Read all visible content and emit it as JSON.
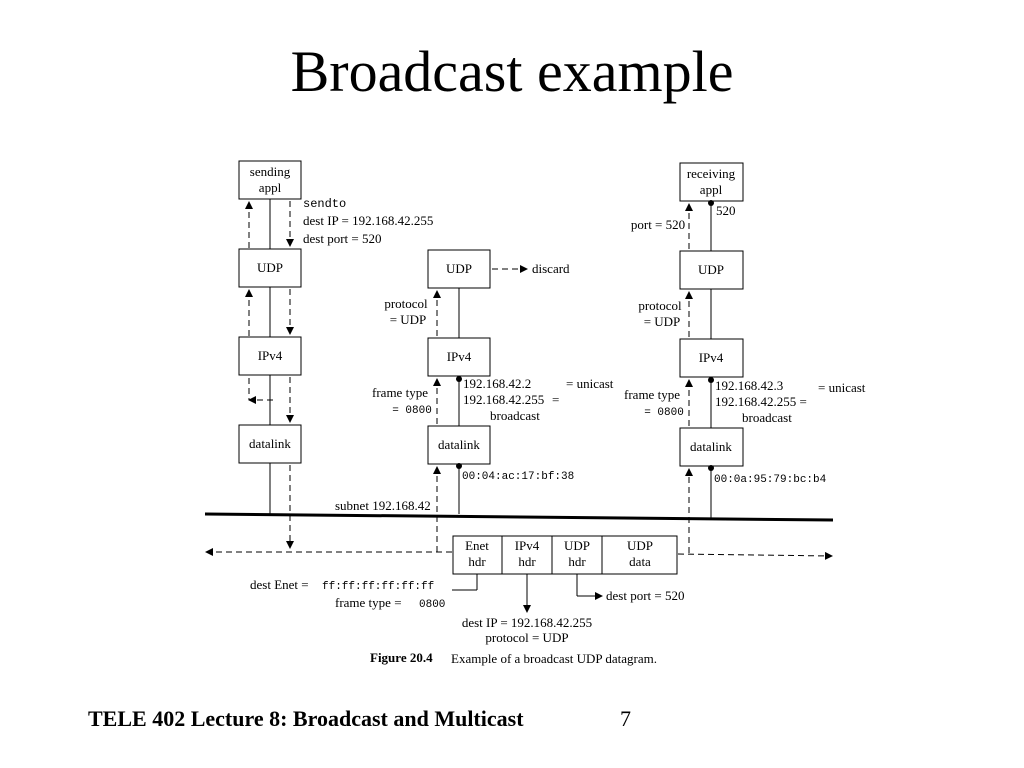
{
  "slide": {
    "title": "Broadcast example",
    "footer": "TELE 402 Lecture 8: Broadcast and Multicast",
    "page_number": "7"
  },
  "figure": {
    "sender": {
      "app_line1": "sending",
      "app_line2": "appl",
      "call": "sendto",
      "dest_ip": "dest IP = 192.168.42.255",
      "dest_port": "dest port = 520",
      "udp": "UDP",
      "ipv4": "IPv4",
      "datalink": "datalink"
    },
    "host2": {
      "udp": "UDP",
      "discard": "discard",
      "protocol_line1": "protocol",
      "protocol_line2": "= UDP",
      "ipv4": "IPv4",
      "addr_unicast": "192.168.42.2",
      "unicast_label": "= unicast",
      "addr_broadcast": "192.168.42.255",
      "broadcast_eq": "=",
      "broadcast_label": "broadcast",
      "frame_type_line1": "frame type",
      "frame_type_line2": "= 0800",
      "datalink": "datalink",
      "mac": "00:04:ac:17:bf:38"
    },
    "receiver": {
      "app_line1": "receiving",
      "app_line2": "appl",
      "port_label": "port = 520",
      "port_num": "520",
      "udp": "UDP",
      "protocol_line1": "protocol",
      "protocol_line2": "= UDP",
      "ipv4": "IPv4",
      "addr_unicast": "192.168.42.3",
      "unicast_label": "= unicast",
      "addr_broadcast": "192.168.42.255 =",
      "broadcast_label": "broadcast",
      "frame_type_line1": "frame type",
      "frame_type_line2": "= 0800",
      "datalink": "datalink",
      "mac": "00:0a:95:79:bc:b4"
    },
    "subnet": "subnet 192.168.42",
    "packet": {
      "enet_line1": "Enet",
      "enet_line2": "hdr",
      "ipv4_line1": "IPv4",
      "ipv4_line2": "hdr",
      "udp_line1": "UDP",
      "udp_line2": "hdr",
      "data_line1": "UDP",
      "data_line2": "data"
    },
    "dest_enet_label": "dest Enet =",
    "dest_enet_value": "ff:ff:ff:ff:ff:ff",
    "frame_type_label": "frame type =",
    "frame_type_value": "0800",
    "udp_dest_port": "dest port = 520",
    "ip_dest": "dest IP = 192.168.42.255",
    "ip_protocol": "protocol = UDP",
    "caption_label": "Figure 20.4",
    "caption_text": "Example of a broadcast UDP datagram."
  }
}
